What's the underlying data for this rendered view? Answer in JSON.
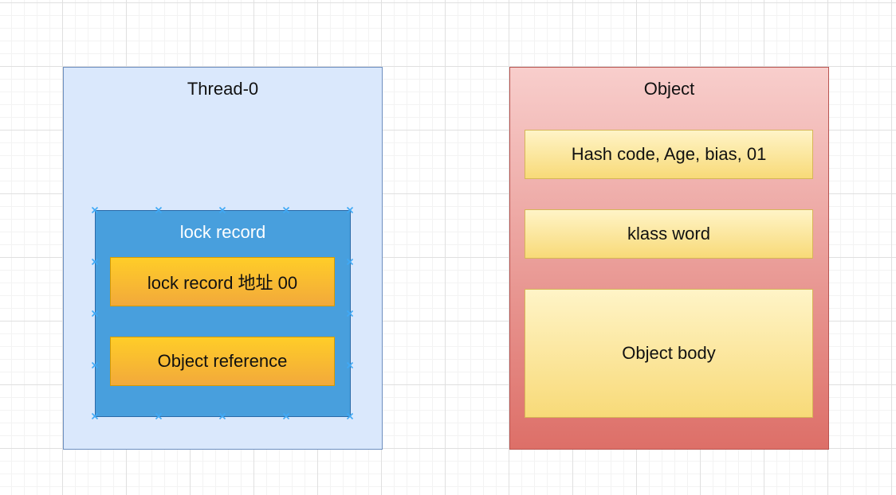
{
  "diagram": {
    "thread": {
      "title": "Thread-0",
      "lock_record": {
        "title": "lock record",
        "fields": [
          "lock record 地址 00",
          "Object reference"
        ]
      }
    },
    "object": {
      "title": "Object",
      "fields": [
        "Hash code, Age, bias, 01",
        "klass word",
        "Object body"
      ]
    }
  },
  "colors": {
    "thread_fill": "#dae8fc",
    "lock_record_fill": "#489fdd",
    "field_orange": "#f2a93b",
    "object_fill": "#f8cecc",
    "field_yellow": "#fff2cc",
    "selection_handle": "#3fa9f5"
  }
}
